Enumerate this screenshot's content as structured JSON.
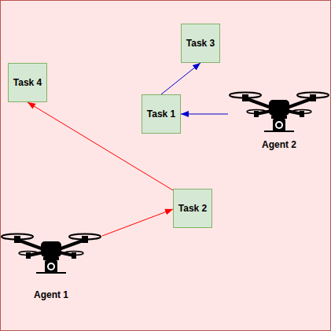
{
  "diagram": {
    "nodes": [
      {
        "text": [
          "Task 3"
        ]
      },
      {
        "text": [
          "Task 4"
        ]
      },
      {
        "text": [
          "Task 1"
        ]
      },
      {
        "text": [
          "Agent 2"
        ]
      },
      {
        "text": [
          "Task 2"
        ]
      },
      {
        "text": [
          "Agent 1"
        ]
      }
    ],
    "edges": [
      {
        "from": 5,
        "to": 4,
        "arrow": "to"
      },
      {
        "from": 4,
        "to": 1,
        "arrow": "to"
      },
      {
        "from": 3,
        "to": 2,
        "arrow": "to"
      },
      {
        "from": 2,
        "to": 0,
        "arrow": "to"
      }
    ]
  }
}
